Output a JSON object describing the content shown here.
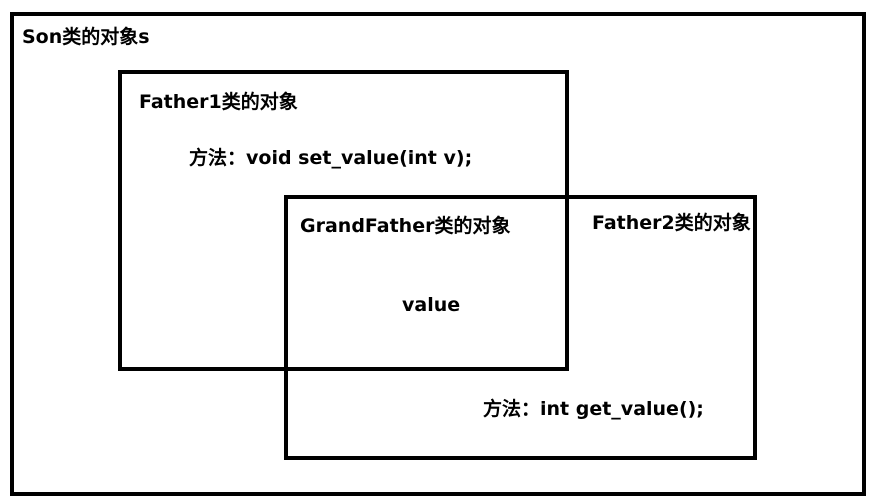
{
  "son": {
    "title": "Son类的对象s"
  },
  "father1": {
    "title": "Father1类的对象",
    "method": "方法：void set_value(int v);"
  },
  "grandfather": {
    "title": "GrandFather类的对象",
    "member": "value"
  },
  "father2": {
    "title": "Father2类的对象",
    "method": "方法：int get_value();"
  }
}
